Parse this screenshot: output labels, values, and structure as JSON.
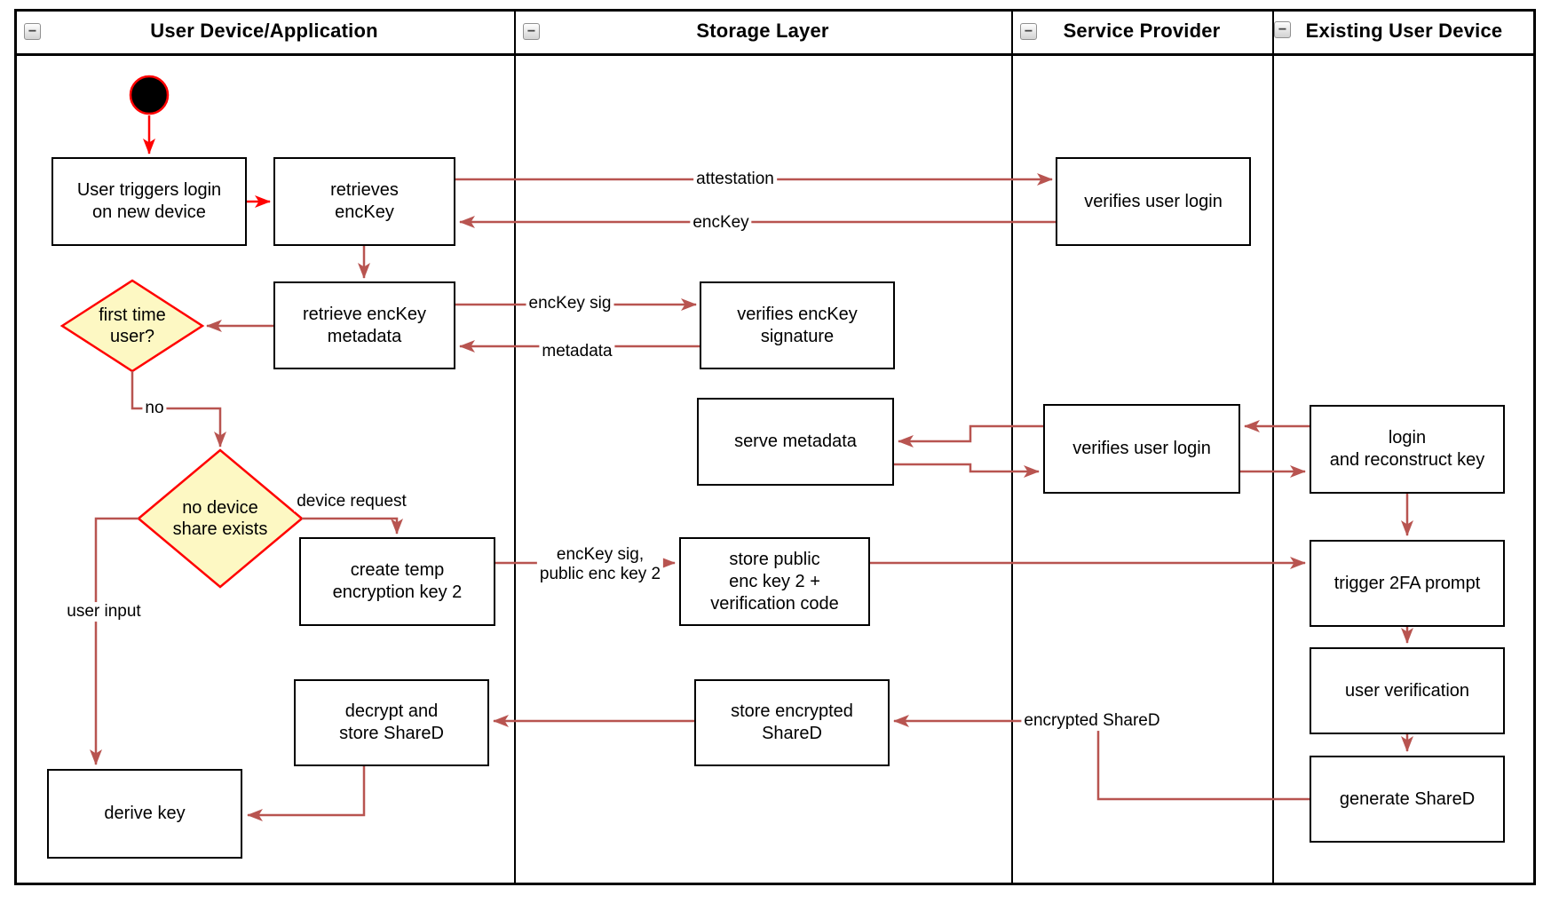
{
  "app": {
    "type": "swimlane-activity-diagram"
  },
  "colors": {
    "flow_arrow": "#B85450",
    "highlight_arrow": "#FF0000",
    "decision_fill": "#FDF8C3",
    "decision_border": "#FF0000",
    "node_border": "#000000",
    "node_fill": "#FFFFFF",
    "start_node_fill": "#000000"
  },
  "icons": {
    "collapse_glyph": "−"
  },
  "lanes": [
    {
      "title": "User Device/Application"
    },
    {
      "title": "Storage Layer"
    },
    {
      "title": "Service Provider"
    },
    {
      "title": "Existing User Device"
    }
  ],
  "nodes": {
    "user_triggers_login": {
      "label": "User triggers login\non new device"
    },
    "retrieves_enckey": {
      "label": "retrieves\nencKey"
    },
    "retrieve_enckey_metadata": {
      "label": "retrieve encKey\nmetadata"
    },
    "first_time_user": {
      "label": "first time\nuser?"
    },
    "no_device_share_exists": {
      "label": "no device\nshare exists"
    },
    "create_temp_key": {
      "label": "create temp\nencryption key 2"
    },
    "decrypt_store_shared": {
      "label": "decrypt and\nstore ShareD"
    },
    "derive_key": {
      "label": "derive key"
    },
    "verifies_enckey_signature": {
      "label": "verifies encKey\nsignature"
    },
    "serve_metadata": {
      "label": "serve metadata"
    },
    "store_public_key": {
      "label": "store public\nenc key 2 +\nverification code"
    },
    "store_encrypted_shared": {
      "label": "store encrypted\nShareD"
    },
    "verifies_user_login_top": {
      "label": "verifies user login"
    },
    "verifies_user_login_mid": {
      "label": "verifies user login"
    },
    "login_reconstruct_key": {
      "label": "login\nand reconstruct key"
    },
    "trigger_2fa_prompt": {
      "label": "trigger 2FA prompt"
    },
    "user_verification": {
      "label": "user verification"
    },
    "generate_shared": {
      "label": "generate ShareD"
    }
  },
  "edge_labels": {
    "attestation": {
      "label": "attestation"
    },
    "enckey": {
      "label": "encKey"
    },
    "enckey_sig": {
      "label": "encKey sig"
    },
    "metadata": {
      "label": "metadata"
    },
    "no": {
      "label": "no"
    },
    "device_request": {
      "label": "device request"
    },
    "enckey_sig_public": {
      "label": "encKey sig,\npublic enc key 2"
    },
    "user_input": {
      "label": "user input"
    },
    "encrypted_shared": {
      "label": "encrypted ShareD"
    }
  }
}
